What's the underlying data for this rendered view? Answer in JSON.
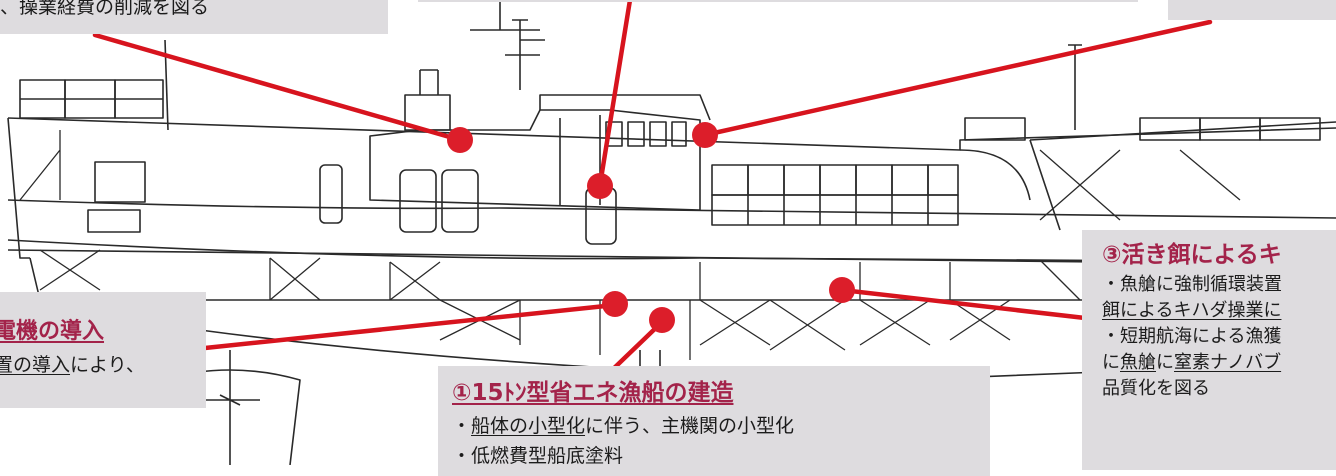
{
  "callouts": {
    "top_left": {
      "line1": "、操業経費の削減を図る"
    },
    "left": {
      "title": "電機の導入",
      "line1_u": "置の導入",
      "line1_rest": "により、"
    },
    "center": {
      "title": "①15ﾄﾝ型省エネ漁船の建造",
      "line1_prefix": "・",
      "line1_u": "船体の小型化",
      "line1_rest": "に伴う、主機関の小型化",
      "line2": "・低燃費型船底塗料"
    },
    "right": {
      "title": "③活き餌によるキ",
      "line1": "・魚艙に強制循環装置",
      "line2_u": "餌によるキハダ操業に",
      "line3": "・短期航海による漁獲",
      "line4_a": "に",
      "line4_u1": "魚艙",
      "line4_b": "に",
      "line4_u2": "窒素ナノバブ",
      "line5": "品質化を図る"
    }
  },
  "colors": {
    "callout_bg": "#dedcdf",
    "title_color": "#a3234a",
    "leader_color": "#d7141e",
    "marker_color": "#dc1e2a",
    "drawing_color": "#2a2a2a"
  }
}
